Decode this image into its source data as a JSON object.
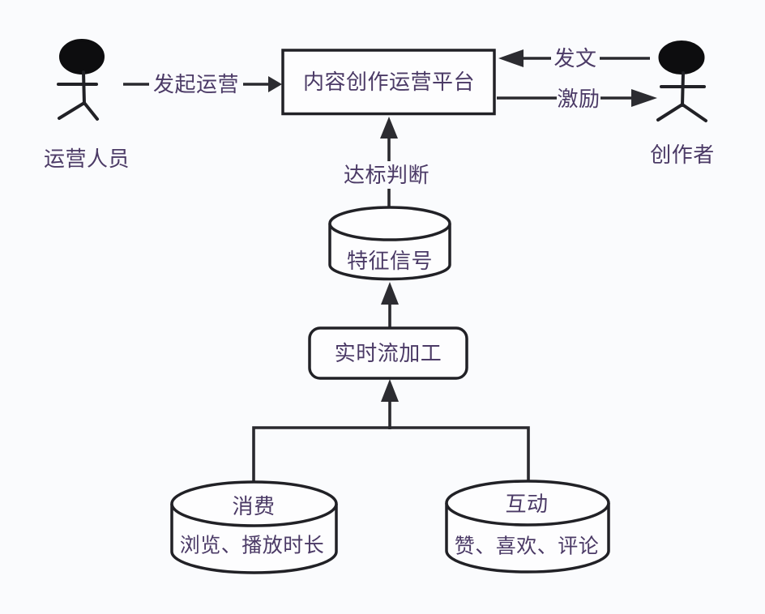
{
  "colors": {
    "background": "#fafbfd",
    "stroke": "#212126",
    "text": "#4b3a66",
    "node_fill": "#fdfdfe"
  },
  "actors": {
    "operator": {
      "label": "运营人员"
    },
    "creator": {
      "label": "创作者"
    }
  },
  "nodes": {
    "platform": {
      "label": "内容创作运营平台",
      "shape": "rectangle"
    },
    "realtime": {
      "label": "实时流加工",
      "shape": "rounded-rectangle"
    },
    "feature_signal": {
      "label": "特征信号",
      "shape": "cylinder"
    },
    "consumption": {
      "title": "消费",
      "subtitle": "浏览、播放时长",
      "shape": "cylinder"
    },
    "interaction": {
      "title": "互动",
      "subtitle": "赞、喜欢、评论",
      "shape": "cylinder"
    }
  },
  "edges": {
    "initiate": {
      "label": "发起运营",
      "from": "operator",
      "to": "platform"
    },
    "publish": {
      "label": "发文",
      "from": "creator",
      "to": "platform"
    },
    "incentive": {
      "label": "激励",
      "from": "platform",
      "to": "creator"
    },
    "judge": {
      "label": "达标判断",
      "from": "feature_signal",
      "to": "platform"
    },
    "process_to_signal": {
      "label": "",
      "from": "realtime",
      "to": "feature_signal"
    },
    "sources_to_process": {
      "label": "",
      "from": "consumption+interaction",
      "to": "realtime"
    }
  }
}
